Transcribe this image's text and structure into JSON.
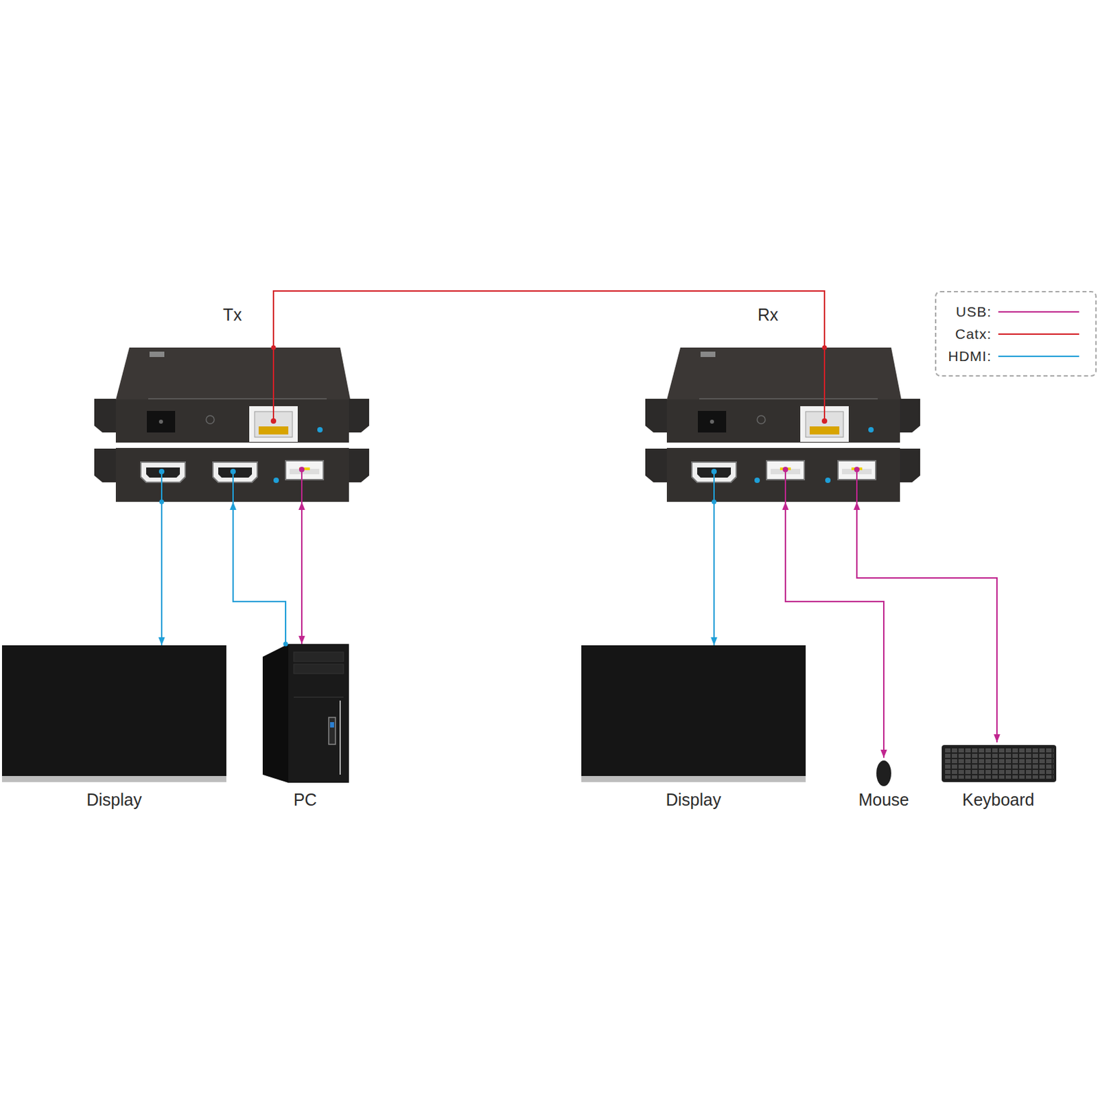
{
  "diagram": {
    "nodes": [
      {
        "text": [
          "Tx"
        ]
      },
      {
        "text": [
          "Rx"
        ]
      },
      {
        "text": [
          "Display"
        ]
      },
      {
        "text": [
          "PC"
        ]
      },
      {
        "text": [
          "Display"
        ]
      },
      {
        "text": [
          "Mouse"
        ]
      },
      {
        "text": [
          "Keyboard"
        ]
      }
    ],
    "edges": [
      {
        "from": 0,
        "to": 1,
        "arrow": "none"
      },
      {
        "from": 0,
        "to": 2,
        "arrow": "to"
      },
      {
        "from": 3,
        "to": 0,
        "arrow": "to"
      },
      {
        "from": 3,
        "to": 0,
        "arrow": "both"
      },
      {
        "from": 1,
        "to": 4,
        "arrow": "to"
      },
      {
        "from": 1,
        "to": 5,
        "arrow": "both"
      },
      {
        "from": 1,
        "to": 6,
        "arrow": "both"
      }
    ],
    "legend": [
      {
        "text": "USB:"
      },
      {
        "text": "Catx:"
      },
      {
        "text": "HDMI:"
      }
    ]
  }
}
